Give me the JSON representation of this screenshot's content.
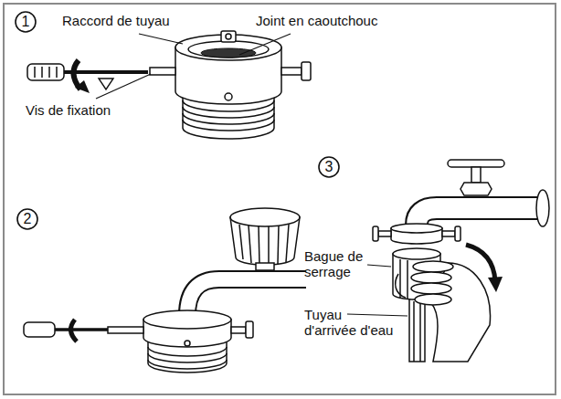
{
  "diagram": {
    "labels": [
      "1",
      "Raccord de tuyau",
      "Joint en caoutchouc",
      "Vis de fixation",
      "2",
      "3",
      "Bague de serrage",
      "Tuyau d'arrivée d'eau"
    ]
  }
}
